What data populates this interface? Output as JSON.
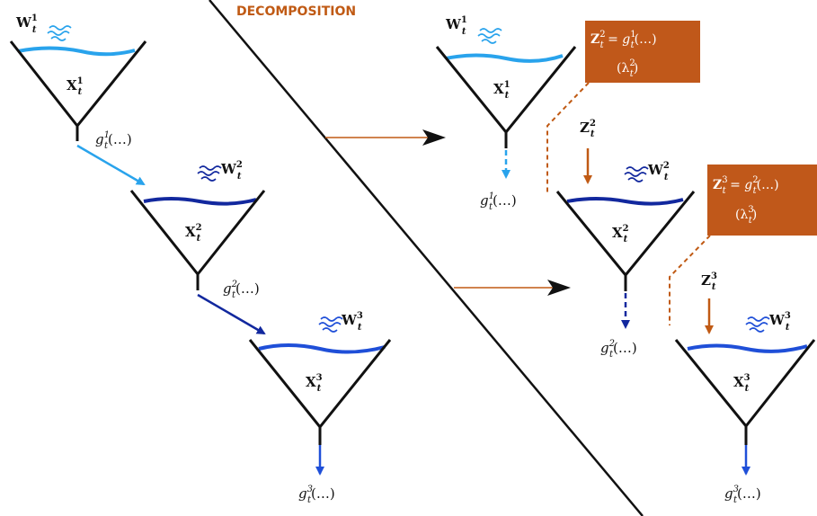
{
  "header": {
    "title": "DECOMPOSITION"
  },
  "colors": {
    "stroke": "#111111",
    "light_water": "#29a3ec",
    "dark_water": "#12289e",
    "mid_water": "#1f4fd8",
    "accent": "#c05a14",
    "box_fill": "#c0581a"
  },
  "left": {
    "tank1": {
      "input": "W",
      "input_sup": "1",
      "input_sub": "t",
      "storage": "X",
      "storage_sup": "1",
      "storage_sub": "t",
      "output": "g",
      "output_sup": "1",
      "output_sub": "t",
      "output_args": "(…)"
    },
    "tank2": {
      "input": "W",
      "input_sup": "2",
      "input_sub": "t",
      "storage": "X",
      "storage_sup": "2",
      "storage_sub": "t",
      "output": "g",
      "output_sup": "2",
      "output_sub": "t",
      "output_args": "(…)"
    },
    "tank3": {
      "input": "W",
      "input_sup": "3",
      "input_sub": "t",
      "storage": "X",
      "storage_sup": "3",
      "storage_sub": "t",
      "output": "g",
      "output_sup": "3",
      "output_sub": "t",
      "output_args": "(…)"
    }
  },
  "right": {
    "tank1": {
      "input": "W",
      "input_sup": "1",
      "input_sub": "t",
      "storage": "X",
      "storage_sup": "1",
      "storage_sub": "t",
      "output": "g",
      "output_sup": "1",
      "output_sub": "t",
      "output_args": "(…)"
    },
    "tank2": {
      "input": "W",
      "input_sup": "2",
      "input_sub": "t",
      "storage": "X",
      "storage_sup": "2",
      "storage_sub": "t",
      "output": "g",
      "output_sup": "2",
      "output_sub": "t",
      "output_args": "(…)",
      "forcing": "Z",
      "forcing_sup": "2",
      "forcing_sub": "t"
    },
    "tank3": {
      "input": "W",
      "input_sup": "3",
      "input_sub": "t",
      "storage": "X",
      "storage_sup": "3",
      "storage_sub": "t",
      "output": "g",
      "output_sup": "3",
      "output_sub": "t",
      "output_args": "(…)",
      "forcing": "Z",
      "forcing_sup": "3",
      "forcing_sub": "t"
    },
    "box1": {
      "line1_var": "Z",
      "line1_sup": "2",
      "line1_sub": "t",
      "line1_eq": " = g",
      "line1_gsup": "1",
      "line1_gsub": "t",
      "line1_args": "(…)",
      "line2": "(λ",
      "line2_sup": "2",
      "line2_sub": "t",
      "line2_end": ")"
    },
    "box2": {
      "line1_var": "Z",
      "line1_sup": "3",
      "line1_sub": "t",
      "line1_eq": " = g",
      "line1_gsup": "2",
      "line1_gsub": "t",
      "line1_args": "(…)",
      "line2": "(λ",
      "line2_sup": "3",
      "line2_sub": "t",
      "line2_end": ")"
    }
  }
}
